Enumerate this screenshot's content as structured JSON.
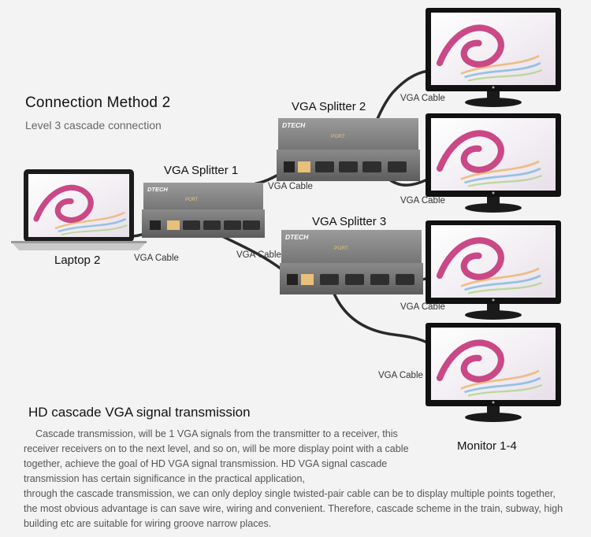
{
  "title": "Connection Method 2",
  "subtitle": "Level 3 cascade connection",
  "labels": {
    "laptop": "Laptop 2",
    "splitter1": "VGA Splitter 1",
    "splitter2": "VGA Splitter 2",
    "splitter3": "VGA Splitter 3",
    "monitors": "Monitor 1-4",
    "cable": "VGA Cable"
  },
  "device_text": {
    "brand": "DTECH",
    "port_label": "PORT"
  },
  "description": {
    "heading": "HD cascade VGA signal transmission",
    "body_a": "Cascade transmission, will be 1 VGA signals from the transmitter to a receiver, this receiver receivers on to the next level, and so on, will be more display point with a cable together, achieve the goal of HD VGA signal transmission. HD VGA signal cascade transmission has certain significance in the practical application,",
    "body_b": "through the cascade transmission, we can only deploy single twisted-pair cable can be to display multiple points together, the most obvious advantage is can save wire, wiring and convenient. Therefore, cascade scheme in the train, subway, high building etc are suitable for wiring groove narrow places."
  },
  "colors": {
    "background": "#f3f3f3",
    "device_body": "#6e6e6e",
    "cable": "#2a2a2a",
    "screen_accent": "#c4357a"
  }
}
